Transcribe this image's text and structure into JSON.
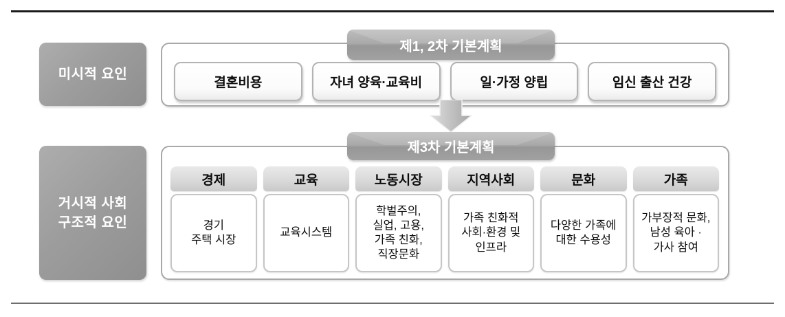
{
  "micro": {
    "label": "미시적 요인",
    "plan_title": "제1, 2차 기본계획",
    "items": [
      "결혼비용",
      "자녀 양육·교육비",
      "일·가정 양립",
      "임신 출산 건강"
    ]
  },
  "macro": {
    "label": "거시적 사회\n구조적 요인",
    "plan_title": "제3차 기본계획",
    "columns": [
      {
        "header": "경제",
        "body": "경기\n주택 시장"
      },
      {
        "header": "교육",
        "body": "교육시스템"
      },
      {
        "header": "노동시장",
        "body": "학벌주의,\n실업, 고용,\n가족 친화,\n직장문화"
      },
      {
        "header": "지역사회",
        "body": "가족 친화적\n사회·환경 및\n인프라"
      },
      {
        "header": "문화",
        "body": "다양한 가족에\n대한 수용성"
      },
      {
        "header": "가족",
        "body": "가부장적 문화,\n남성 육아 ·\n가사 참여"
      }
    ]
  },
  "colors": {
    "side_label_gray": "#9d9d9d",
    "pill_gray": "#a5a5a5",
    "panel_border": "#a8a8a8",
    "column_header_gray": "#d8d8d8",
    "top_rule": "#1b1b1b",
    "bottom_rule": "#6e6e6e",
    "arrow_gray": "#bdbdbd"
  }
}
